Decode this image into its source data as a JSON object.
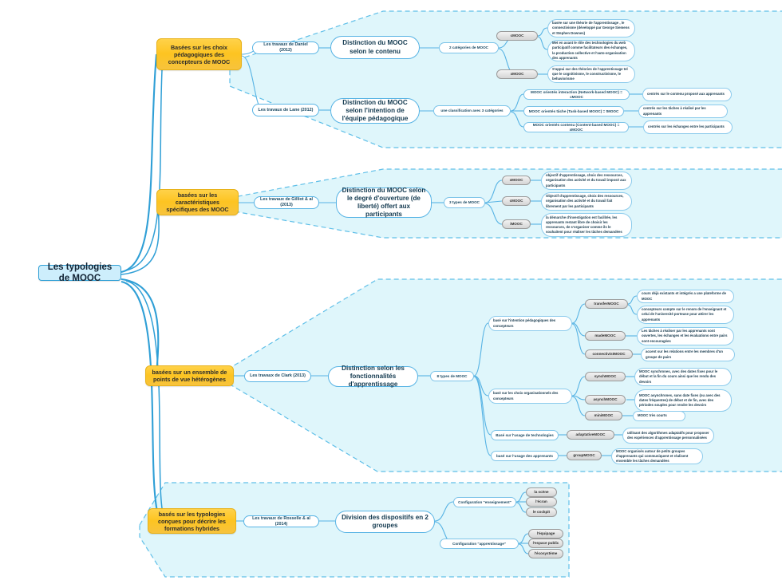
{
  "title": "Les typologies de MOOC",
  "palette": {
    "link": "#2f9fd6",
    "envelope_fill": "#dff6fb",
    "envelope_stroke": "#5fbfe8",
    "category_fill": "#fdc421",
    "root_fill": "#cdeefc",
    "grey_pill": "#e2e2e2"
  },
  "root": {
    "label": "Les typologies de MOOC"
  },
  "branches": [
    {
      "id": "pedagogiques",
      "category": "Basées sur les choix pédagogiques des concepteurs de MOOC",
      "studies": [
        {
          "source": "Les travaux de Daniel (2012)",
          "distinction": "Distinction du MOOC selon le contenu",
          "classification": "2 catégories de MOOC",
          "types": [
            {
              "name": "cMOOC",
              "details": [
                "basée sur une théorie de l'apprentissage , le connectivisme (développé par George Siemens et Stephen Downes)",
                "Met en avant le rôle des technologies du web participatif comme facilitateurs des échanges, la production collective et l'auto-organisation des apprenants"
              ]
            },
            {
              "name": "xMOOC",
              "details": [
                "S'appui sur des théories de l'apprentissage tel que le cognitivisme, le constructivisme, le behaviorisme"
              ]
            }
          ]
        },
        {
          "source": "Les travaux de Lane (2012)",
          "distinction": "Distinction du MOOC selon l'intention de l'équipe pédagogique",
          "classification": "une classification avec 3 catégories",
          "types": [
            {
              "name": "MOOC orientés interaction (Network-based MOOC) = cMOOC",
              "details": [
                "centrés sur le contenu proposé aux apprenants"
              ]
            },
            {
              "name": "MOOC orientés tâche (Task-based MOOC) = tMOOC",
              "details": [
                "centrés sur les tâches à réalisé par les apprenants"
              ]
            },
            {
              "name": "MOOC orientés contenu (Content-based MOOC) = xMOOC",
              "details": [
                "centrés sur les échanges entre les participants"
              ]
            }
          ]
        }
      ]
    },
    {
      "id": "caracteristiques",
      "category": "basées sur les caractéristiques spécifiques des MOOC",
      "studies": [
        {
          "source": "Les travaux de Gilliot & al (2013)",
          "distinction": "Distinction du MOOC selon le degré d'ouverture (de liberté) offert aux participants",
          "classification": "3 types de MOOC",
          "types": [
            {
              "name": "xMOOC",
              "details": [
                "objectif d'apprentissage, choix des ressources, organisation des activité et du travail imposé aux participants"
              ]
            },
            {
              "name": "cMOOC",
              "details": [
                "Objectif d'apprentissage, choix des ressources, organisation des activité et du travail fait librement par les participants"
              ]
            },
            {
              "name": "iMOOC",
              "details": [
                "la démarche d'investigation est facilitée, les apprenants restant libre de choisir les ressources, de s'organiser comme ils le souhaitent pour réaliser les tâches demandées"
              ]
            }
          ]
        }
      ]
    },
    {
      "id": "heterogenes",
      "category": "basées sur un ensemble de points de vue hétérogènes",
      "studies": [
        {
          "source": "Les travaux de Clark (2013)",
          "distinction": "Distinction selon les fonctionnalités d'apprentissage",
          "classification": "8 types de MOOC",
          "groups": [
            {
              "label": "basé sur l'intention pédagogiques des concepteurs",
              "types": [
                {
                  "name": "transferMOOC",
                  "details": [
                    "cours déjà existants et intégrés a une plateforme de MOOC",
                    "concepteurs compte sur le renom de l'enseignant et celui de l'université porteuse pour attirer les apprenants"
                  ]
                },
                {
                  "name": "madeMOOC",
                  "details": [
                    "Les tâches à réaliser par les apprenants sont ouvertes, les échanges et les évaluations entre pairs sont encouragées"
                  ]
                },
                {
                  "name": "connectivistMOOC",
                  "details": [
                    "accent sur les relations entre les membres d'un groupe de pairs"
                  ]
                }
              ]
            },
            {
              "label": "basé sur les choix organisationnels des concepteurs",
              "types": [
                {
                  "name": "synchMOOC",
                  "details": [
                    "MOOC synchrones, avec des dates fixes pour le début et la fin du cours ainsi que les rendu des devoirs"
                  ]
                },
                {
                  "name": "asynchMOOC",
                  "details": [
                    "MOOC asynchrones, sans date fixes (ou avec des dates fréquentes) de début et de fin, avec des périodes souples pour rendre les devoirs"
                  ]
                },
                {
                  "name": "miniMOOC",
                  "details": [
                    "MOOC très courts"
                  ]
                }
              ]
            },
            {
              "label": "Basé sur l'usage de technologies",
              "types": [
                {
                  "name": "adaptativeMOOC",
                  "details": [
                    "utilisant des algorithmes adaptatifs pour proposer des expériences d'apprentissage personnalisées"
                  ]
                }
              ]
            },
            {
              "label": "basé sur l'usage des apprenants",
              "types": [
                {
                  "name": "groupMOOC",
                  "details": [
                    "MOOC organisés autour de petits groupes d'apprenants qui communiquent et réalisent ensemble les tâches demandées"
                  ]
                }
              ]
            }
          ]
        }
      ]
    },
    {
      "id": "hybrides",
      "category": "basés sur les typologies conçues pour décrire les formations hybrides",
      "studies": [
        {
          "source": "Les travaux de Rosselle & al (2014)",
          "distinction": "Division des dispositifs en 2 groupes",
          "configurations": [
            {
              "label": "Configuration \"enseignement\"",
              "items": [
                "la scène",
                "l'écran",
                "le cockpit"
              ]
            },
            {
              "label": "Configuration \"apprentissage\"",
              "items": [
                "l'équipage",
                "l'espace public",
                "l'écosystème"
              ]
            }
          ]
        }
      ]
    }
  ]
}
